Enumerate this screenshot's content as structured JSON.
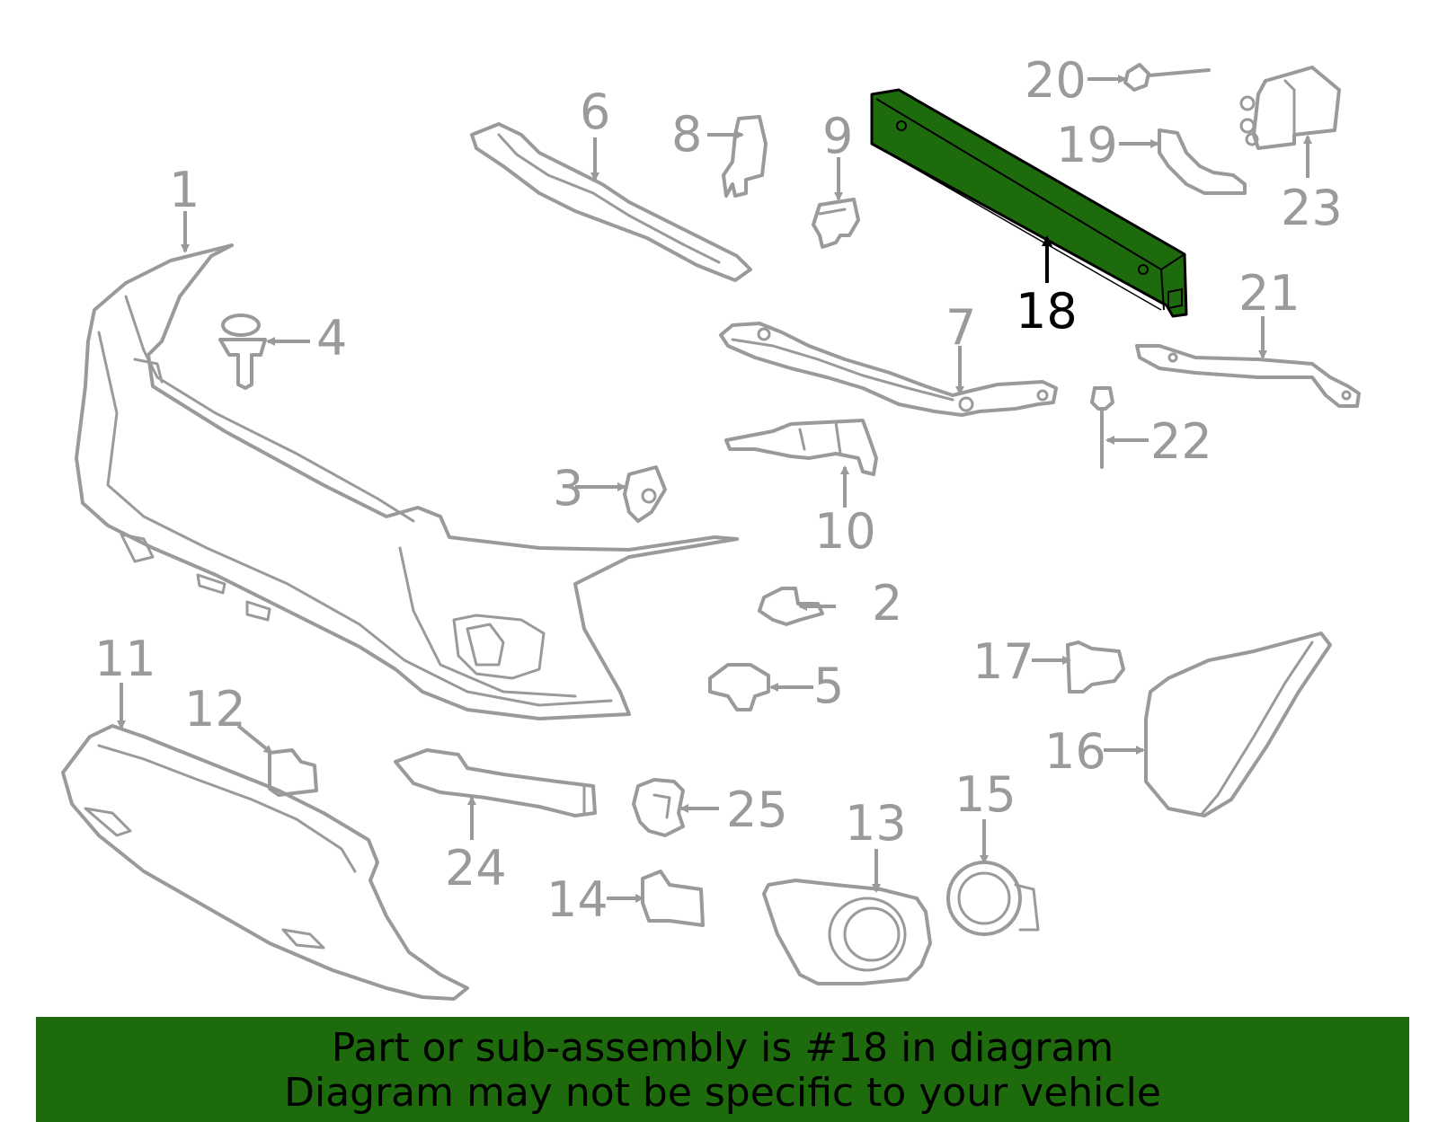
{
  "diagram": {
    "highlight_color": "#1e6b0e",
    "part_color": "#9a9a9a",
    "highlighted_part": "18",
    "callouts": {
      "c1": "1",
      "c2": "2",
      "c3": "3",
      "c4": "4",
      "c5": "5",
      "c6": "6",
      "c7": "7",
      "c8": "8",
      "c9": "9",
      "c10": "10",
      "c11": "11",
      "c12": "12",
      "c13": "13",
      "c14": "14",
      "c15": "15",
      "c16": "16",
      "c17": "17",
      "c18": "18",
      "c19": "19",
      "c20": "20",
      "c21": "21",
      "c22": "22",
      "c23": "23",
      "c24": "24",
      "c25": "25"
    }
  },
  "banner": {
    "line1": "Part or sub-assembly is #18 in diagram",
    "line2": "Diagram may not be specific to your vehicle"
  }
}
